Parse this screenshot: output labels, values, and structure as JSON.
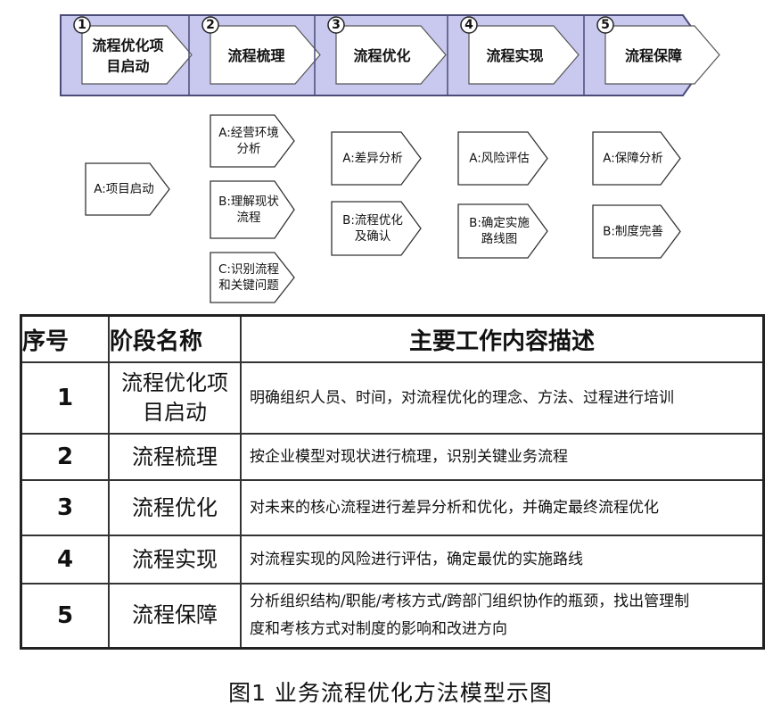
{
  "phases": [
    {
      "num": "1",
      "title": [
        "流程优化项",
        "目启动"
      ]
    },
    {
      "num": "2",
      "title": [
        "流程梳理"
      ]
    },
    {
      "num": "3",
      "title": [
        "流程优化"
      ]
    },
    {
      "num": "4",
      "title": [
        "流程实现"
      ]
    },
    {
      "num": "5",
      "title": [
        "流程保障"
      ]
    }
  ],
  "steps": [
    [
      {
        "lines": [
          "A:项目启动"
        ]
      }
    ],
    [
      {
        "lines": [
          "A:经营环境",
          "分析"
        ]
      },
      {
        "lines": [
          "B:理解现状",
          "流程"
        ]
      },
      {
        "lines": [
          "C:识别流程",
          "和关键问题"
        ]
      }
    ],
    [
      {
        "lines": [
          "A:差异分析"
        ]
      },
      {
        "lines": [
          "B:流程优化",
          "及确认"
        ]
      }
    ],
    [
      {
        "lines": [
          "A:风险评估"
        ]
      },
      {
        "lines": [
          "B:确定实施",
          "路线图"
        ]
      }
    ],
    [
      {
        "lines": [
          "A:保障分析"
        ]
      },
      {
        "lines": [
          "B:制度完善"
        ]
      }
    ]
  ],
  "table": {
    "headers": [
      "序号",
      "阶段名称",
      "主要工作内容描述"
    ],
    "rows": [
      {
        "no": "1",
        "name": [
          "流程优化项",
          "目启动"
        ],
        "desc": [
          "明确组织人员、时间，对流程优化的理念、方法、过程进行培训"
        ]
      },
      {
        "no": "2",
        "name": [
          "流程梳理"
        ],
        "desc": [
          "按企业模型对现状进行梳理，识别关键业务流程"
        ]
      },
      {
        "no": "3",
        "name": [
          "流程优化"
        ],
        "desc": [
          "对未来的核心流程进行差异分析和优化，并确定最终流程优化"
        ]
      },
      {
        "no": "4",
        "name": [
          "流程实现"
        ],
        "desc": [
          "对流程实现的风险进行评估，确定最优的实施路线"
        ]
      },
      {
        "no": "5",
        "name": [
          "流程保障"
        ],
        "desc": [
          "分析组织结构/职能/考核方式/跨部门组织协作的瓶颈，找出管理制",
          "度和考核方式对制度的影响和改进方向"
        ]
      }
    ]
  },
  "caption": "图1  业务流程优化方法模型示图",
  "colors": {
    "band_fill": "#c9c9f0",
    "band_stroke": "#4b4b78",
    "box_fill": "#ffffff",
    "box_stroke": "#333333"
  }
}
